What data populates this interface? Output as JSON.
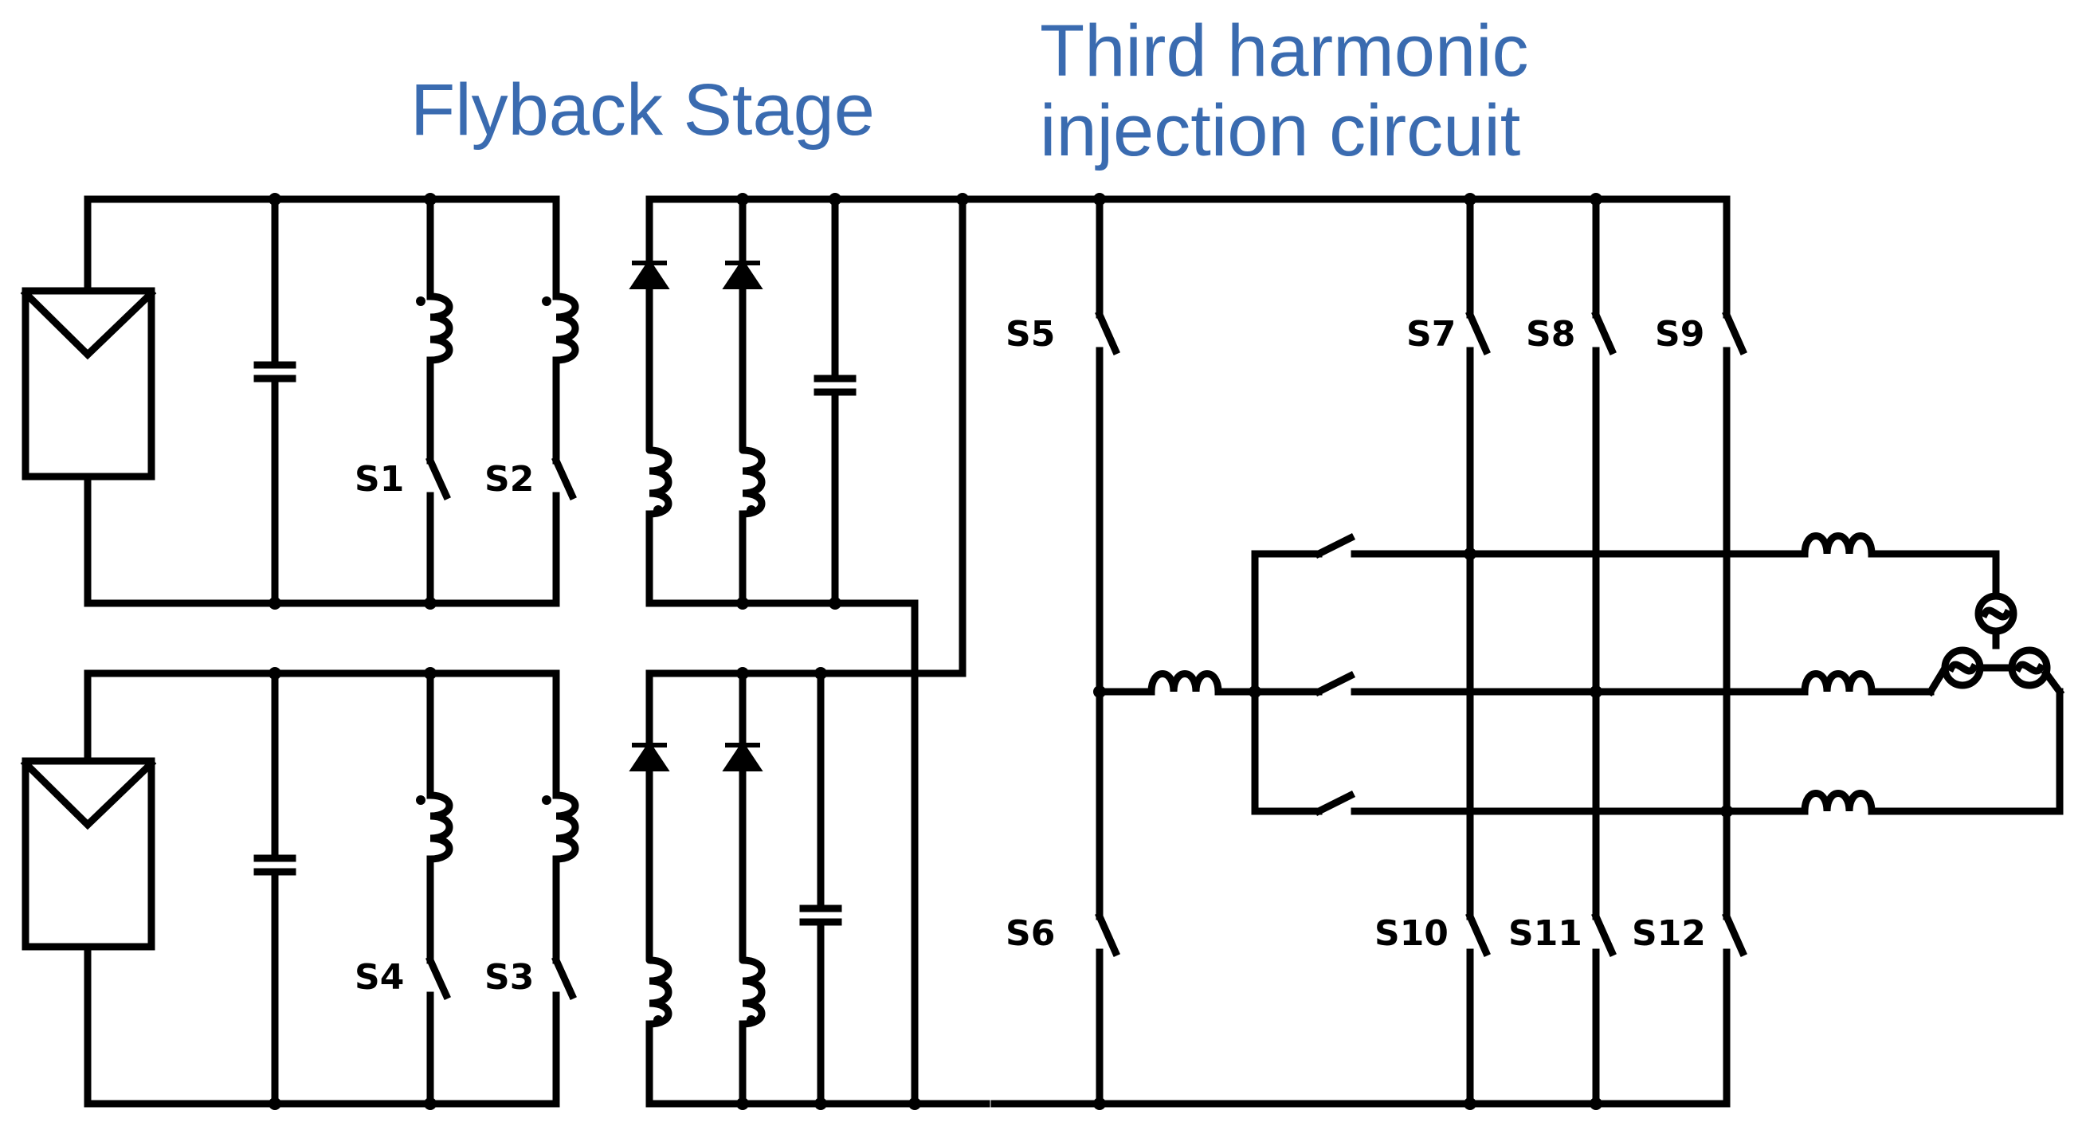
{
  "headings": {
    "flyback": "Flyback Stage",
    "third_line1": "Third harmonic",
    "third_line2": "injection circuit"
  },
  "switches": {
    "s1": "S1",
    "s2": "S2",
    "s3": "S3",
    "s4": "S4",
    "s5": "S5",
    "s6": "S6",
    "s7": "S7",
    "s8": "S8",
    "s9": "S9",
    "s10": "S10",
    "s11": "S11",
    "s12": "S12"
  },
  "colors": {
    "heading": "#3a6bb0",
    "wire": "#000000",
    "background": "#ffffff"
  }
}
